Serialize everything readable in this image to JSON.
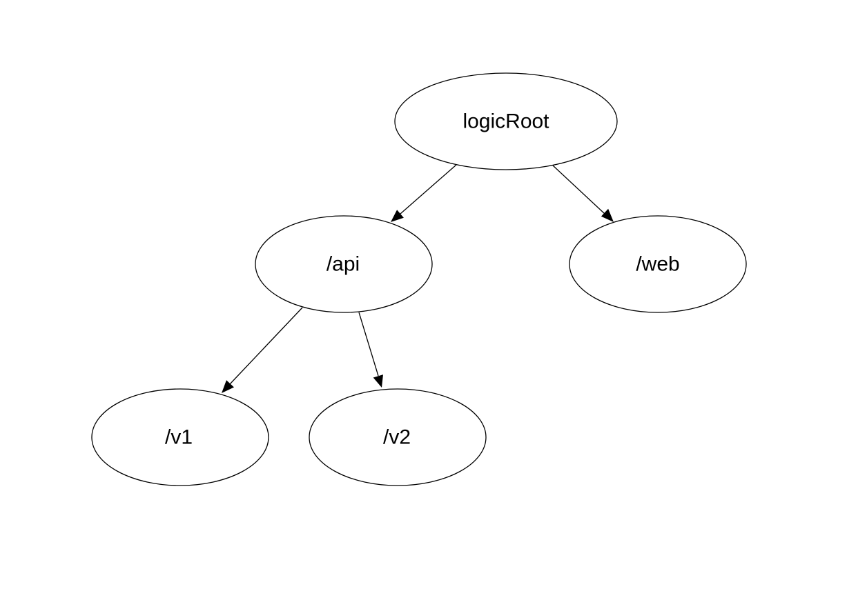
{
  "diagram": {
    "nodes": {
      "root": {
        "label": "logicRoot"
      },
      "api": {
        "label": "/api"
      },
      "web": {
        "label": "/web"
      },
      "v1": {
        "label": "/v1"
      },
      "v2": {
        "label": "/v2"
      }
    },
    "edges": [
      {
        "from": "root",
        "to": "api"
      },
      {
        "from": "root",
        "to": "web"
      },
      {
        "from": "api",
        "to": "v1"
      },
      {
        "from": "api",
        "to": "v2"
      }
    ]
  }
}
